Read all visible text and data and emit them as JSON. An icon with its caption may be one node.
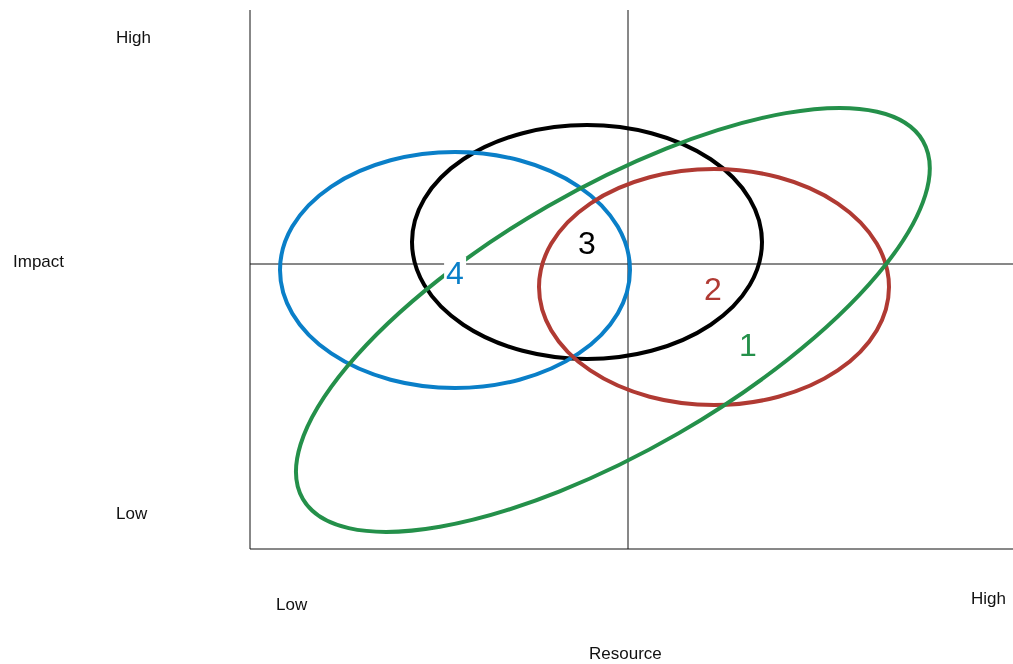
{
  "diagram": {
    "nodes": [
      {
        "text": [
          "3"
        ]
      },
      {
        "text": [
          "4"
        ]
      },
      {
        "text": [
          "2"
        ]
      },
      {
        "text": [
          "1"
        ]
      }
    ],
    "labels": [
      "High",
      "Impact",
      "Low",
      "Low",
      "High",
      "Resource"
    ]
  }
}
